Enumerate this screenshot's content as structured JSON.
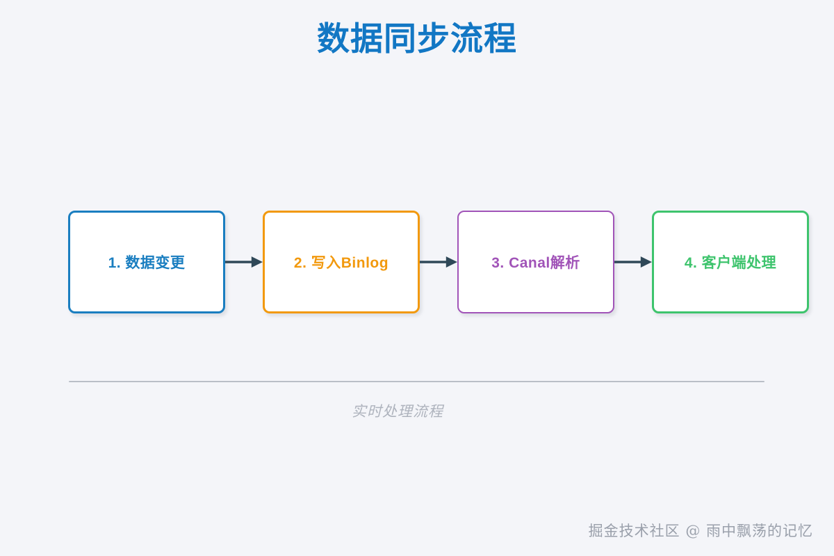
{
  "page": {
    "title": "数据同步流程",
    "caption": "实时处理流程",
    "watermark": "掘金技术社区 @ 雨中飘荡的记忆",
    "background_color": "#f4f5f9",
    "title_color": "#1277c4",
    "divider_color": "#b9bec7",
    "caption_color": "#aeb3bd",
    "watermark_color": "#9aa0ab",
    "arrow_color": "#2f4858"
  },
  "flow": {
    "nodes": [
      {
        "label": "1. 数据变更",
        "color": "#1a7ec0",
        "key": "data-change"
      },
      {
        "label": "2. 写入Binlog",
        "color": "#f2990d",
        "key": "write-binlog"
      },
      {
        "label": "3. Canal解析",
        "color": "#a154b8",
        "key": "canal-parse"
      },
      {
        "label": "4. 客户端处理",
        "color": "#3ec46d",
        "key": "client-process"
      }
    ],
    "connectors": [
      {
        "from": "1. 数据变更",
        "to": "2. 写入Binlog"
      },
      {
        "from": "2. 写入Binlog",
        "to": "3. Canal解析"
      },
      {
        "from": "3. Canal解析",
        "to": "4. 客户端处理"
      }
    ]
  }
}
